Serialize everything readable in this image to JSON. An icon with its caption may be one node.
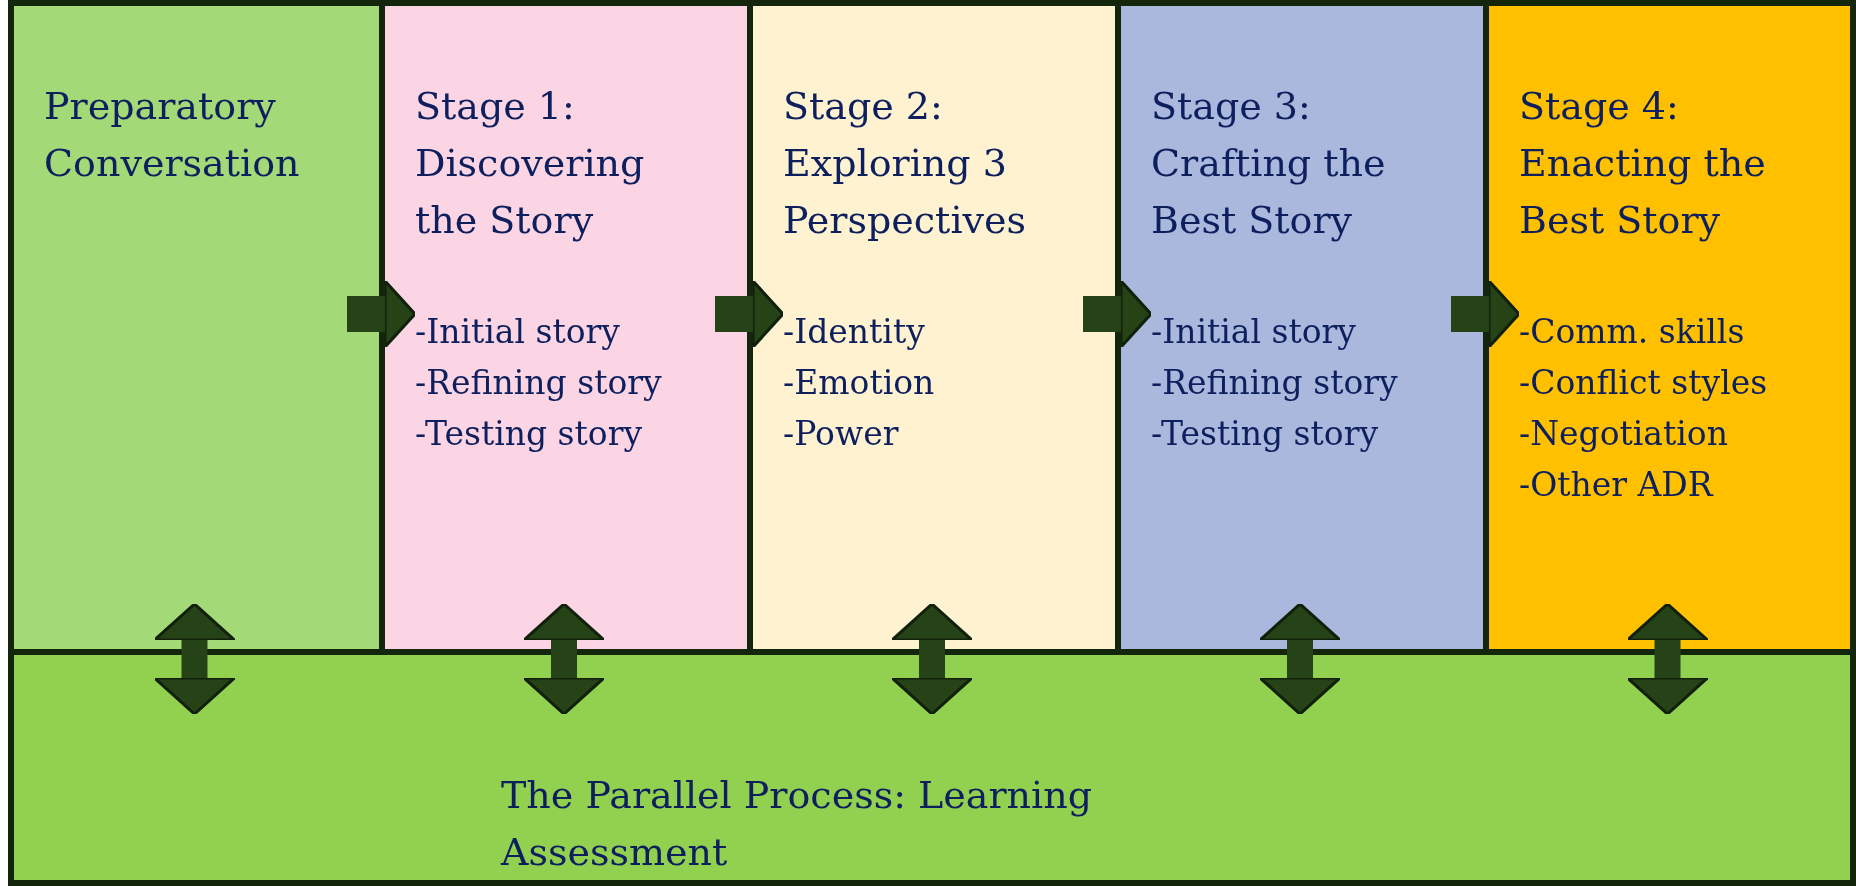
{
  "diagram": {
    "nodes": [
      {
        "text": [
          "Preparatory Conversation"
        ]
      },
      {
        "text": [
          "Stage 1: Discovering the Story",
          "-Initial story",
          "-Refining story",
          "-Testing story"
        ]
      },
      {
        "text": [
          "Stage 2: Exploring 3 Perspectives",
          "-Identity",
          "-Emotion",
          "-Power"
        ]
      },
      {
        "text": [
          "Stage 3: Crafting the Best Story",
          "-Initial story",
          "-Refining story",
          "-Testing story"
        ]
      },
      {
        "text": [
          "Stage 4: Enacting the Best Story",
          "-Comm. skills",
          "-Conflict styles",
          "-Negotiation",
          "-Other ADR"
        ]
      },
      {
        "text": [
          "The Parallel Process: Learning Assessment"
        ]
      }
    ],
    "edges": [
      {
        "from": 0,
        "to": 1,
        "arrow": "to"
      },
      {
        "from": 1,
        "to": 2,
        "arrow": "to"
      },
      {
        "from": 2,
        "to": 3,
        "arrow": "to"
      },
      {
        "from": 3,
        "to": 4,
        "arrow": "to"
      },
      {
        "from": 0,
        "to": 5,
        "arrow": "both"
      },
      {
        "from": 1,
        "to": 5,
        "arrow": "both"
      },
      {
        "from": 2,
        "to": 5,
        "arrow": "both"
      },
      {
        "from": 3,
        "to": 5,
        "arrow": "both"
      },
      {
        "from": 4,
        "to": 5,
        "arrow": "both"
      }
    ]
  }
}
